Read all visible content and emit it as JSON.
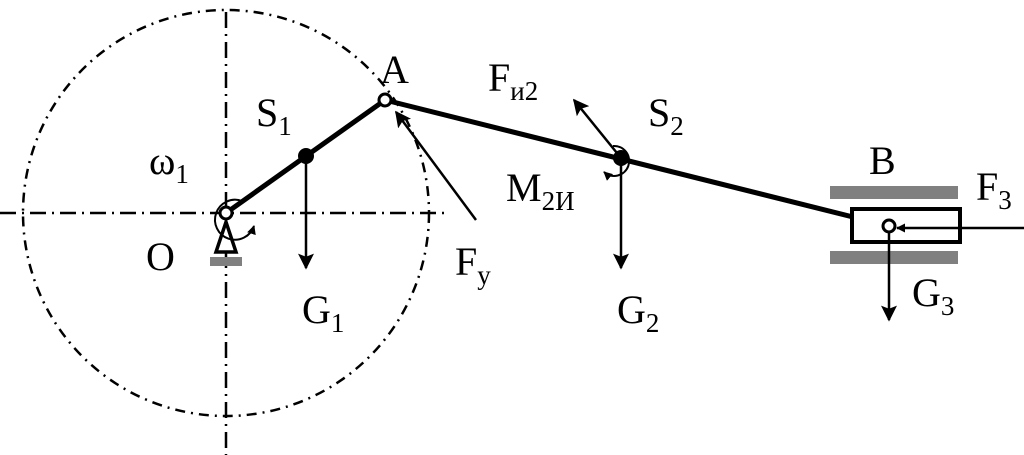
{
  "labels": {
    "omega1": "ω",
    "omega1_sub": "1",
    "O": "O",
    "S1": "S",
    "S1_sub": "1",
    "A": "A",
    "G1": "G",
    "G1_sub": "1",
    "Fy": "F",
    "Fy_sub": "y",
    "Fi2": "F",
    "Fi2_sub": "и2",
    "S2": "S",
    "S2_sub": "2",
    "M2i": "M",
    "M2i_sub": "2И",
    "G2": "G",
    "G2_sub": "2",
    "B": "B",
    "F3": "F",
    "F3_sub": "3",
    "G3": "G",
    "G3_sub": "3"
  },
  "colors": {
    "ink": "#000000",
    "guide": "#808080"
  }
}
